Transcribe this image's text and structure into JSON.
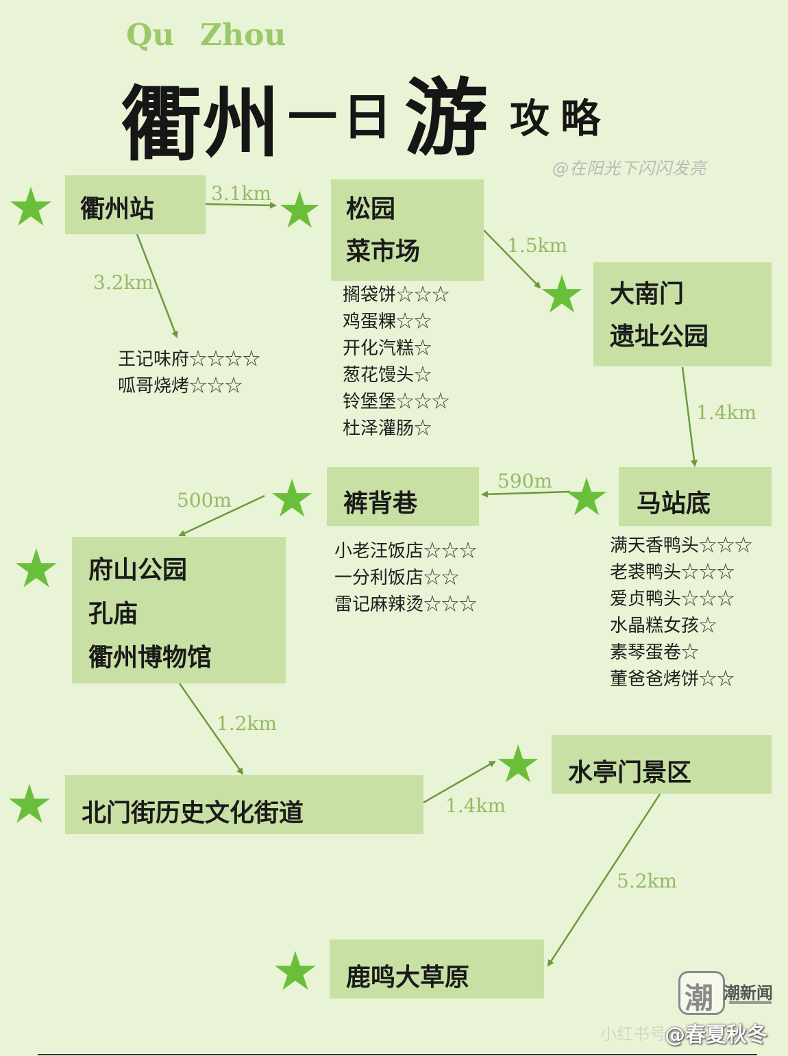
{
  "header": {
    "pinyin_qu": "Qu",
    "pinyin_zhou": "Zhou",
    "title_chars": [
      "衢",
      "州",
      "一",
      "日",
      "游",
      "攻",
      "略"
    ],
    "watermark": "@在阳光下闪闪发亮"
  },
  "colors": {
    "background": "#e9f3d6",
    "box": "#c8e0a4",
    "star": "#6abf3a",
    "arrow": "#6a9a3a",
    "distance": "#94ba63"
  },
  "stations": {
    "quzhou_station": [
      "衢州站"
    ],
    "songyuan": [
      "松园",
      "菜市场"
    ],
    "danan": [
      "大南门",
      "遗址公园"
    ],
    "mazhandi": [
      "马站底"
    ],
    "kubeixiang": [
      "裤背巷"
    ],
    "fushan": [
      "府山公园",
      "孔庙",
      "衢州博物馆"
    ],
    "beimen": [
      "北门街历史文化街道"
    ],
    "shuiting": [
      "水亭门景区"
    ],
    "luming": [
      "鹿鸣大草原"
    ]
  },
  "distances": {
    "station_to_songyuan": "3.1km",
    "station_to_food": "3.2km",
    "songyuan_to_danan": "1.5km",
    "danan_to_mazhandi": "1.4km",
    "mazhandi_to_kubeixiang": "590m",
    "kubeixiang_to_fushan": "500m",
    "fushan_to_beimen": "1.2km",
    "beimen_to_shuiting": "1.4km",
    "shuiting_to_luming": "5.2km"
  },
  "foods": {
    "near_station": [
      {
        "name": "王记味府",
        "rating": "☆☆☆☆"
      },
      {
        "name": "呱哥烧烤",
        "rating": "☆☆☆"
      }
    ],
    "songyuan": [
      {
        "name": "搁袋饼",
        "rating": "☆☆☆"
      },
      {
        "name": "鸡蛋粿",
        "rating": "☆☆"
      },
      {
        "name": "开化汽糕",
        "rating": "☆"
      },
      {
        "name": "葱花馒头",
        "rating": "☆"
      },
      {
        "name": "铃堡堡",
        "rating": "☆☆☆"
      },
      {
        "name": "杜泽灌肠",
        "rating": "☆"
      }
    ],
    "kubeixiang": [
      {
        "name": "小老汪饭店",
        "rating": "☆☆☆"
      },
      {
        "name": "一分利饭店",
        "rating": "☆☆"
      },
      {
        "name": "雷记麻辣烫",
        "rating": "☆☆☆"
      }
    ],
    "mazhandi": [
      {
        "name": "满天香鸭头",
        "rating": "☆☆☆"
      },
      {
        "name": "老裘鸭头",
        "rating": "☆☆☆"
      },
      {
        "name": "爱贞鸭头",
        "rating": "☆☆☆"
      },
      {
        "name": "水晶糕女孩",
        "rating": "☆"
      },
      {
        "name": "素琴蛋卷",
        "rating": "☆"
      },
      {
        "name": "董爸爸烤饼",
        "rating": "☆☆"
      }
    ]
  },
  "footer": {
    "logo_char": "潮",
    "brand": "潮新闻",
    "faint_brand": "小红书号",
    "author": "@春夏秋冬"
  }
}
